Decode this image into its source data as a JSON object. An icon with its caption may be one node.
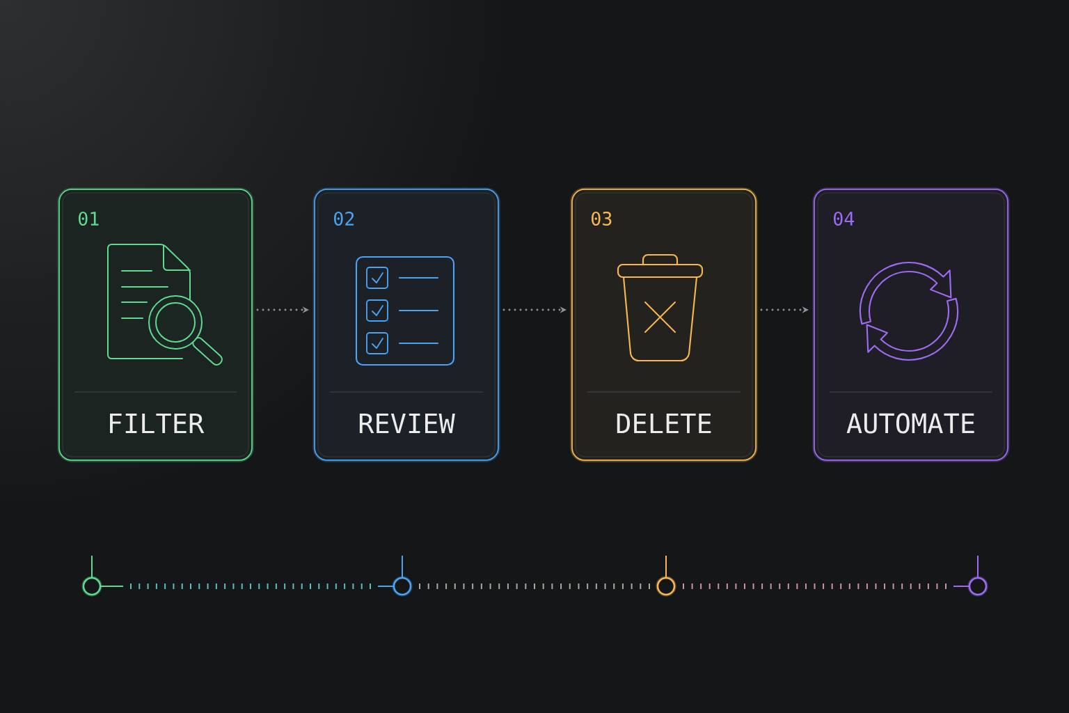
{
  "diagram": {
    "nodes": [
      {
        "text": [
          "01",
          "FILTER"
        ]
      },
      {
        "text": [
          "02",
          "REVIEW"
        ]
      },
      {
        "text": [
          "03",
          "DELETE"
        ]
      },
      {
        "text": [
          "04",
          "AUTOMATE"
        ]
      },
      {
        "text": [],
        "shape": "circle"
      },
      {
        "text": [],
        "shape": "circle"
      },
      {
        "text": [],
        "shape": "circle"
      },
      {
        "text": [],
        "shape": "circle"
      }
    ],
    "edges": [
      {
        "from": 0,
        "to": 1,
        "arrow": "to",
        "style": "dashed"
      },
      {
        "from": 1,
        "to": 2,
        "arrow": "to",
        "style": "dashed"
      },
      {
        "from": 2,
        "to": 3,
        "arrow": "to",
        "style": "dashed"
      },
      {
        "from": 4,
        "to": 5,
        "arrow": "none",
        "style": "dashed"
      },
      {
        "from": 5,
        "to": 6,
        "arrow": "none",
        "style": "dashed"
      },
      {
        "from": 6,
        "to": 7,
        "arrow": "none",
        "style": "dashed"
      }
    ]
  }
}
